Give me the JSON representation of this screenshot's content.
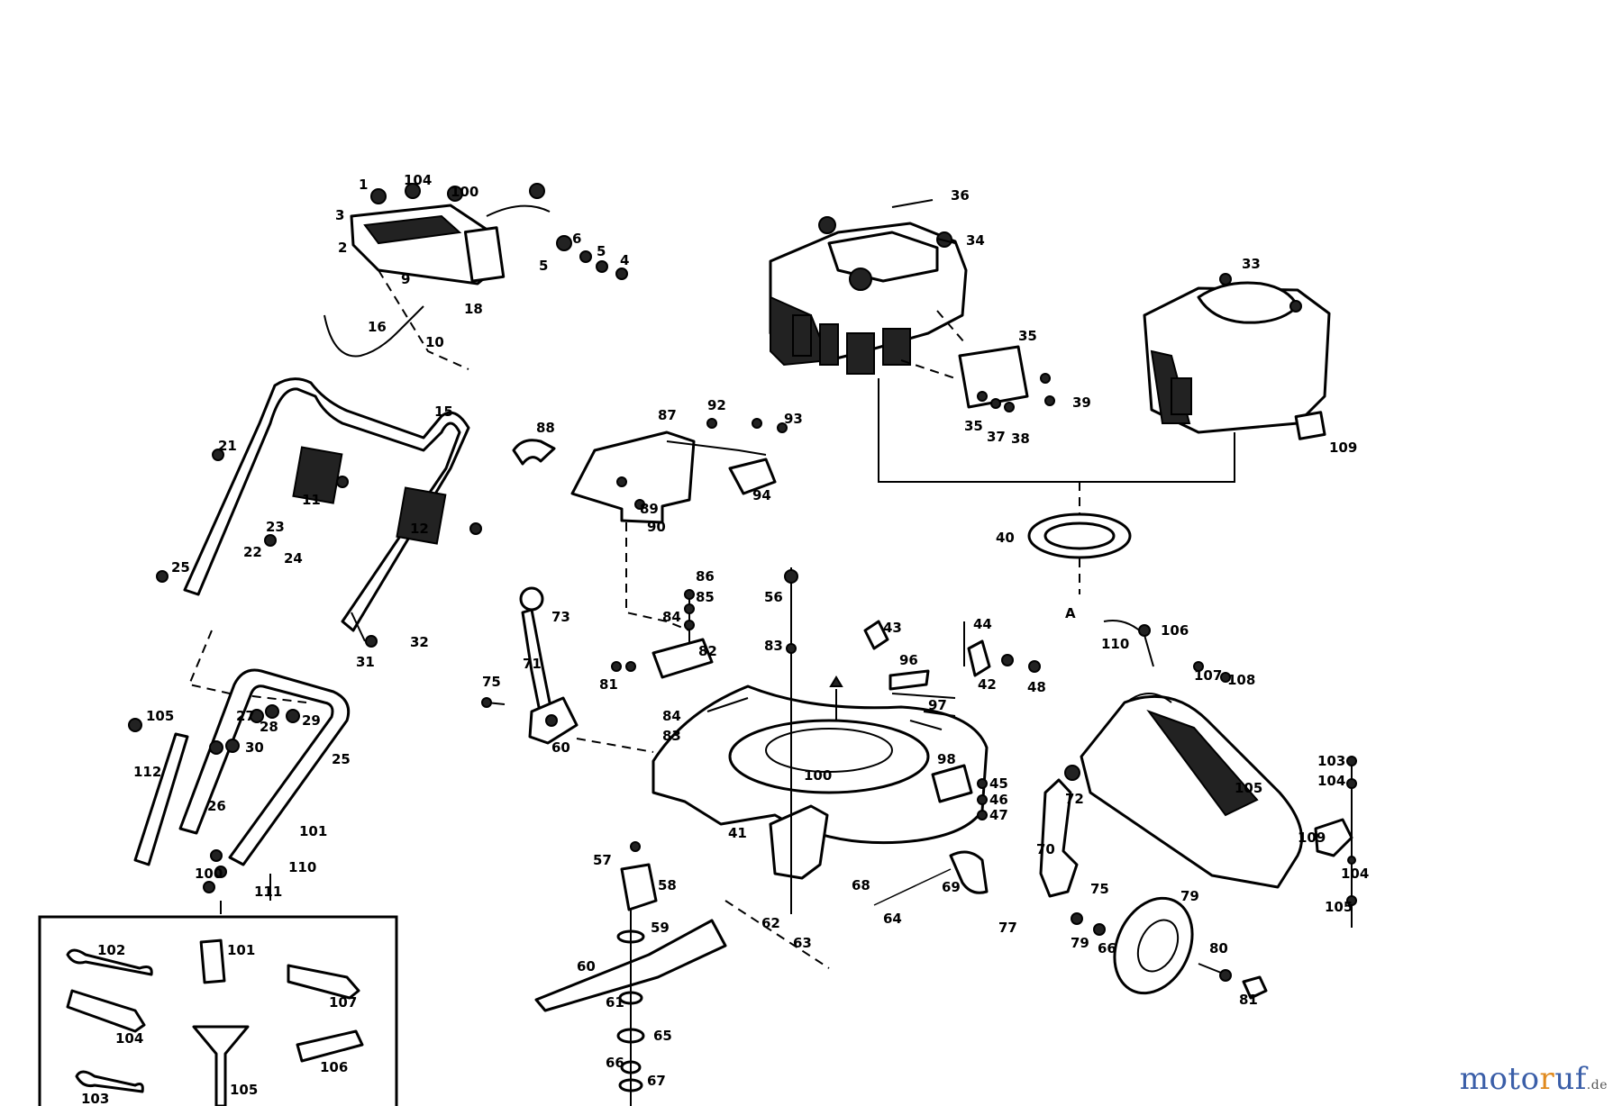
{
  "brand": {
    "part1": "moto",
    "part2": "r",
    "part3": "uf",
    "suffix": ".de",
    "color_primary": "#3a5ea8",
    "color_accent": "#e08a1e"
  },
  "labels": {
    "handle_box": [
      "1",
      "104",
      "100",
      "3",
      "2",
      "9",
      "10",
      "18",
      "16",
      "6",
      "5",
      "5",
      "4"
    ],
    "handle": [
      "21",
      "11",
      "12",
      "15",
      "22",
      "23",
      "24",
      "25",
      "32",
      "31",
      "27",
      "28",
      "29",
      "30",
      "105",
      "112",
      "101",
      "110",
      "100",
      "111",
      "25",
      "26"
    ],
    "engine": [
      "36",
      "34",
      "35",
      "33",
      "39",
      "38",
      "37",
      "35",
      "109",
      "40",
      "A"
    ],
    "deck": [
      "88",
      "87",
      "92",
      "93",
      "94",
      "90",
      "89",
      "73",
      "71",
      "75",
      "60",
      "86",
      "85",
      "84",
      "82",
      "56",
      "81",
      "83",
      "84",
      "83",
      "100",
      "43",
      "44",
      "48",
      "42",
      "96",
      "97",
      "98",
      "45",
      "46",
      "47",
      "41",
      "57",
      "58",
      "59",
      "60",
      "61",
      "62",
      "63",
      "64",
      "65",
      "66",
      "67",
      "68",
      "69",
      "70",
      "72",
      "75",
      "77",
      "79",
      "80",
      "81",
      "79",
      "66",
      "109",
      "106",
      "107",
      "108",
      "110",
      "103",
      "104",
      "104",
      "105",
      "105"
    ],
    "tools": [
      "102",
      "101",
      "107",
      "104",
      "106",
      "103",
      "105"
    ]
  }
}
